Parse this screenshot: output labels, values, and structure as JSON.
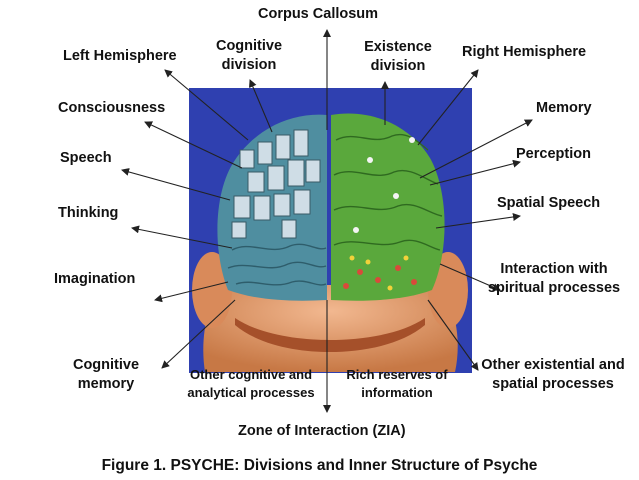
{
  "diagram": {
    "labels": {
      "corpus_callosum": "Corpus Callosum",
      "left_hemisphere": "Left Hemisphere",
      "cognitive_division": "Cognitive division",
      "existence_division": "Existence division",
      "right_hemisphere": "Right Hemisphere",
      "consciousness": "Consciousness",
      "memory": "Memory",
      "speech": "Speech",
      "perception": "Perception",
      "thinking": "Thinking",
      "spatial_speech": "Spatial Speech",
      "imagination": "Imagination",
      "interaction_spiritual": "Interaction with spiritual processes",
      "cognitive_memory": "Cognitive memory",
      "other_cognitive": "Other cognitive and analytical processes",
      "rich_reserves": "Rich reserves of information",
      "other_existential": "Other existential and spatial processes",
      "zia": "Zone of Interaction (ZIA)"
    },
    "caption": "Figure 1. PSYCHE: Divisions and Inner Structure of Psyche"
  },
  "colors": {
    "background_panel": "#2f40b0",
    "left_brain": "#4f8ea0",
    "right_brain": "#5aa83c",
    "skin": "#e8a070",
    "arrow": "#222222"
  }
}
